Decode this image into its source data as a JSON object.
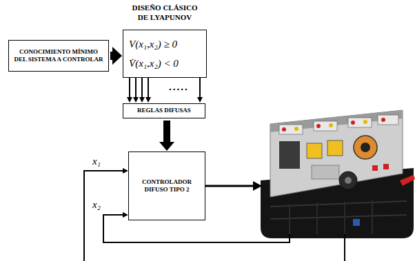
{
  "diagram": {
    "nodes": [
      {
        "text": [
          "CONOCIMIENTO MÍNIMO DEL SISTEMA A CONTROLAR"
        ]
      },
      {
        "text": [
          "DISEÑO CLÁSICO DE LYAPUNOV",
          "V(x₁,x₂) ≥ 0",
          "V̇(x₁,x₂) < 0"
        ]
      },
      {
        "text": [
          "REGLAS DIFUSAS"
        ]
      },
      {
        "text": [
          "CONTROLADOR DIFUSO TIPO 2"
        ]
      }
    ],
    "edges": [
      {
        "from": 0,
        "to": 1,
        "arrow": "to"
      },
      {
        "from": 1,
        "to": 2,
        "arrow": "to"
      },
      {
        "from": 1,
        "to": 2,
        "arrow": "to"
      },
      {
        "from": 1,
        "to": 2,
        "arrow": "to"
      },
      {
        "from": 1,
        "to": 2,
        "arrow": "to"
      },
      {
        "from": 1,
        "to": 2,
        "arrow": "to"
      },
      {
        "from": 2,
        "to": 3,
        "arrow": "to"
      }
    ],
    "labels": [
      "x₁",
      "x₂",
      "....."
    ]
  }
}
